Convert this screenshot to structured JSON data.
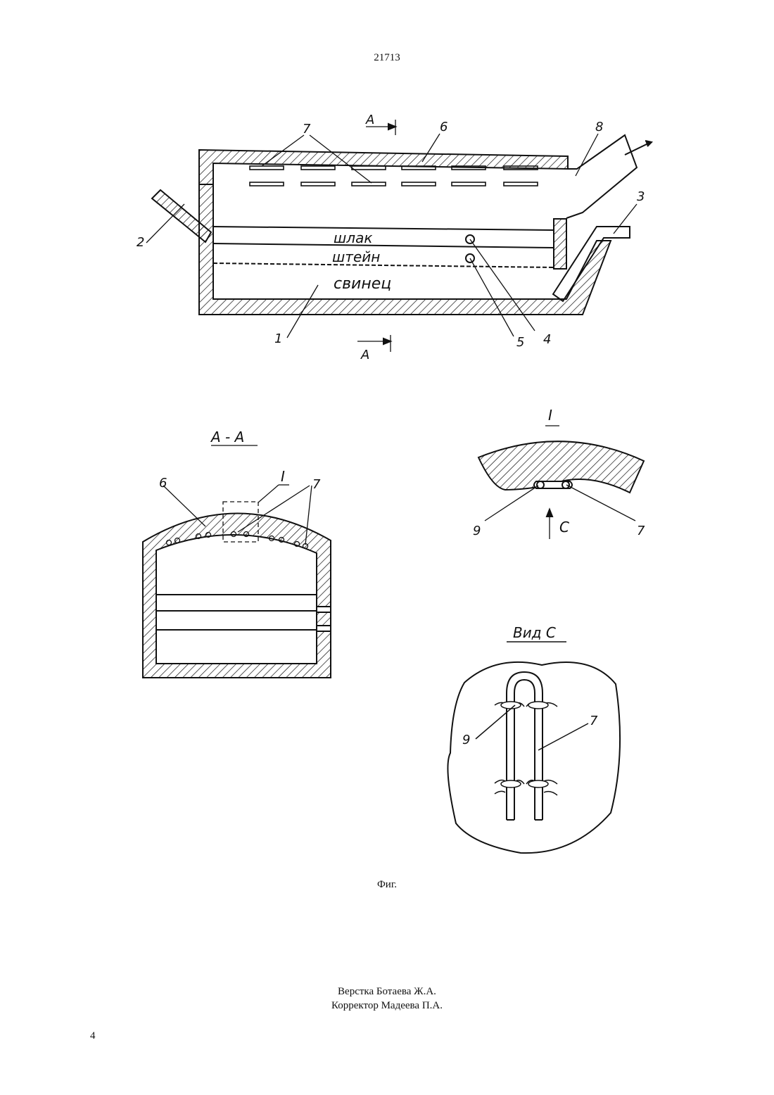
{
  "page": {
    "patent_number": "21713",
    "figure_caption": "Фиг.",
    "credits": [
      "Верстка Ботаева Ж.А.",
      "Корректор Мадеева П.А."
    ],
    "page_number": "4"
  },
  "figure": {
    "main_view": {
      "layer_labels": [
        "шлак",
        "штейн",
        "свинец"
      ],
      "section_marks": [
        "A",
        "A"
      ],
      "part_labels": [
        "1",
        "2",
        "3",
        "4",
        "5",
        "6",
        "7",
        "8"
      ]
    },
    "section_view": {
      "title": "A - A",
      "detail_mark": "I",
      "part_labels": [
        "6",
        "7"
      ]
    },
    "detail_view": {
      "title": "I",
      "view_arrow_label": "C",
      "part_labels": [
        "9",
        "7"
      ]
    },
    "view_c": {
      "title": "Вид C",
      "part_labels": [
        "9",
        "7"
      ]
    }
  }
}
